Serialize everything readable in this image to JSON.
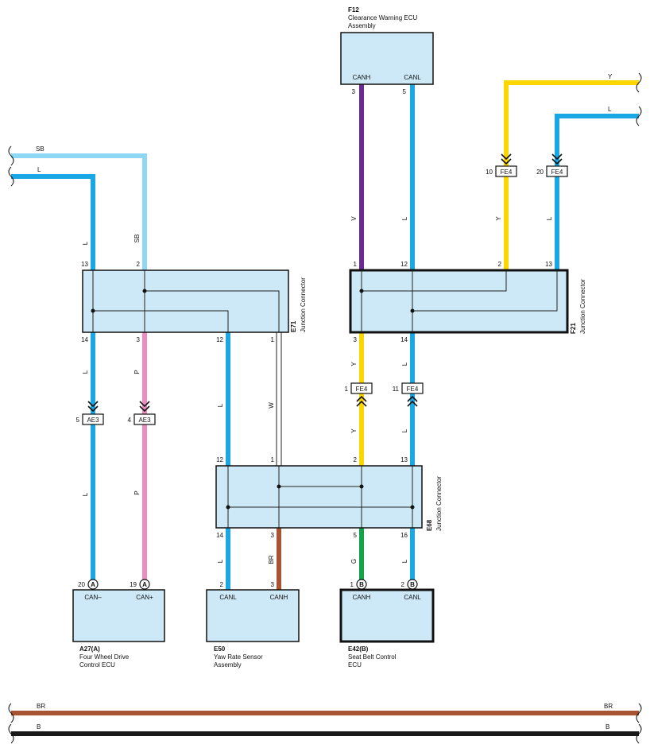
{
  "colors": {
    "L": "#1aa7e3",
    "SB": "#8fd8f5",
    "P": "#ee8cc0",
    "V": "#6a2a90",
    "Y": "#fbd600",
    "G": "#13a34a",
    "BR": "#a85332",
    "B": "#1a1a1a",
    "W": "#ffffff",
    "box_fill": "#cde9f7"
  },
  "components": {
    "f12": {
      "code": "F12",
      "name_line1": "Clearance Warning ECU",
      "name_line2": "Assembly",
      "term_left": "CANH",
      "term_right": "CANL",
      "pin_left": "3",
      "pin_right": "5"
    },
    "a27": {
      "code": "A27(A)",
      "name_line1": "Four Wheel Drive",
      "name_line2": "Control ECU",
      "term_left": "CAN–",
      "term_right": "CAN+",
      "pin_left": "20",
      "pin_right": "19",
      "conn": "A"
    },
    "e50": {
      "code": "E50",
      "name_line1": "Yaw Rate Sensor",
      "name_line2": "Assembly",
      "term_left": "CANL",
      "term_right": "CANH",
      "pin_left": "2",
      "pin_right": "3"
    },
    "e42": {
      "code": "E42(B)",
      "name_line1": "Seat Belt Control",
      "name_line2": "ECU",
      "term_left": "CANH",
      "term_right": "CANL",
      "pin_left": "1",
      "pin_right": "2",
      "conn": "B"
    }
  },
  "junctions": {
    "e71": {
      "code": "E71",
      "label": "Junction Connector",
      "pins_top": [
        "13",
        "2"
      ],
      "pins_bottom": [
        "14",
        "3",
        "12",
        "1"
      ]
    },
    "f21": {
      "code": "F21",
      "label": "Junction Connector",
      "pins_top": [
        "1",
        "12",
        "2",
        "13"
      ],
      "pins_bottom": [
        "3",
        "14"
      ]
    },
    "e68": {
      "code": "E68",
      "label": "Junction Connector",
      "pins_top": [
        "12",
        "1",
        "2",
        "13"
      ],
      "pins_bottom": [
        "14",
        "3",
        "5",
        "16"
      ]
    }
  },
  "connectors": {
    "fe4_10": {
      "pin": "10",
      "name": "FE4"
    },
    "fe4_20": {
      "pin": "20",
      "name": "FE4"
    },
    "fe4_1": {
      "pin": "1",
      "name": "FE4"
    },
    "fe4_11": {
      "pin": "11",
      "name": "FE4"
    },
    "ae3_5": {
      "pin": "5",
      "name": "AE3"
    },
    "ae3_4": {
      "pin": "4",
      "name": "AE3"
    }
  },
  "wire_labels": {
    "sb_top": "SB",
    "l_top_left": "L",
    "y_top": "Y",
    "l_top_right": "L",
    "e71_in_l": "L",
    "e71_in_sb": "SB",
    "v": "V",
    "f12_l": "L",
    "fe4_y": "Y",
    "fe4_l": "L",
    "ae3_l_up": "L",
    "ae3_p_up": "P",
    "e68_l_in": "L",
    "w": "W",
    "fe4_y_down": "Y",
    "fe4_l_down": "L",
    "ae3_l_down": "L",
    "ae3_p_down": "P",
    "e68_l_out": "L",
    "br": "BR",
    "g": "G",
    "e42_l": "L",
    "bottom_br_left": "BR",
    "bottom_br_right": "BR",
    "bottom_b_left": "B",
    "bottom_b_right": "B"
  }
}
